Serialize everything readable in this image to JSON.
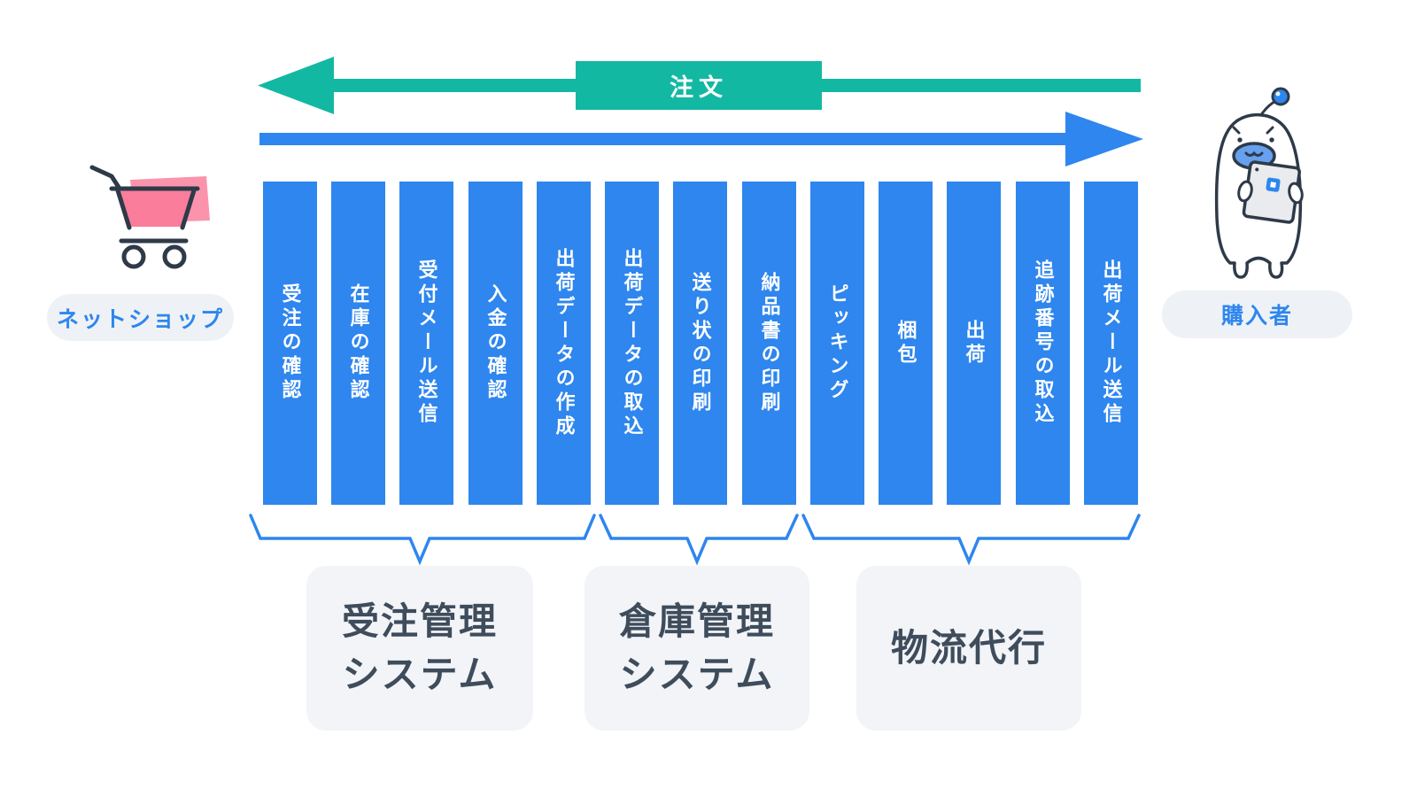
{
  "diagram": {
    "order_badge": "注文",
    "actors": {
      "shop": "ネットショップ",
      "buyer": "購入者"
    },
    "steps": [
      "受注の確認",
      "在庫の確認",
      "受付メール送信",
      "入金の確認",
      "出荷データの作成",
      "出荷データの取込",
      "送り状の印刷",
      "納品書の印刷",
      "ピッキング",
      "梱包",
      "出荷",
      "追跡番号の取込",
      "出荷メール送信"
    ],
    "groups": [
      {
        "label": "受注管理\nシステム",
        "steps_covered": 5
      },
      {
        "label": "倉庫管理\nシステム",
        "steps_covered": 3
      },
      {
        "label": "物流代行",
        "steps_covered": 5
      }
    ],
    "icons": {
      "shop": "shopping-cart-icon",
      "buyer": "robot-mascot-with-tablet-icon"
    },
    "colors": {
      "teal": "#13B8A3",
      "blue": "#2E86EE",
      "pink": "#FA7D9B",
      "pink_light": "#FB93AC",
      "dark": "#2E3A48",
      "pill_bg": "#EEF2F6",
      "box_bg": "#F2F4F7",
      "text_dark": "#3E4C5C"
    }
  }
}
